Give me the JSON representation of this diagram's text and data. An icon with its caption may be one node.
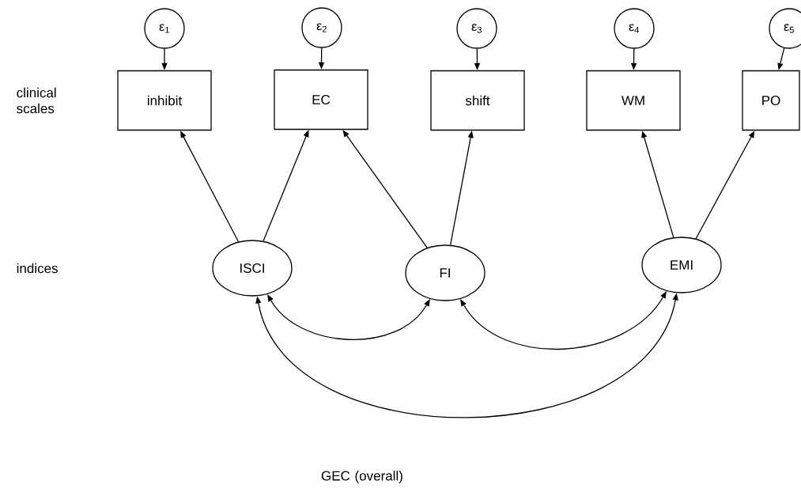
{
  "diagram": {
    "nodes": [
      {
        "text": [
          "ε$_{1}$"
        ]
      },
      {
        "text": [
          "ε$_{2}$"
        ]
      },
      {
        "text": [
          "ε$_{3}$"
        ]
      },
      {
        "text": [
          "ε$_{4}$"
        ]
      },
      {
        "text": [
          "ε$_{5}$"
        ]
      },
      {
        "text": [
          "inhibit"
        ]
      },
      {
        "text": [
          "EC"
        ]
      },
      {
        "text": [
          "shift"
        ]
      },
      {
        "text": [
          "WM"
        ]
      },
      {
        "text": [
          "PO"
        ]
      },
      {
        "text": [
          "ISCI"
        ]
      },
      {
        "text": [
          "FI"
        ]
      },
      {
        "text": [
          "EMI"
        ]
      }
    ],
    "edges": [
      {
        "from": 0,
        "to": 5,
        "arrow": "to"
      },
      {
        "from": 1,
        "to": 6,
        "arrow": "to"
      },
      {
        "from": 2,
        "to": 7,
        "arrow": "to"
      },
      {
        "from": 3,
        "to": 8,
        "arrow": "to"
      },
      {
        "from": 4,
        "to": 9,
        "arrow": "to"
      },
      {
        "from": 10,
        "to": 5,
        "arrow": "to"
      },
      {
        "from": 10,
        "to": 6,
        "arrow": "to"
      },
      {
        "from": 11,
        "to": 6,
        "arrow": "to"
      },
      {
        "from": 11,
        "to": 7,
        "arrow": "to"
      },
      {
        "from": 12,
        "to": 8,
        "arrow": "to"
      },
      {
        "from": 12,
        "to": 9,
        "arrow": "to"
      },
      {
        "from": 10,
        "to": 11,
        "arrow": "both"
      },
      {
        "from": 11,
        "to": 12,
        "arrow": "both"
      },
      {
        "from": 10,
        "to": 12,
        "arrow": "both"
      }
    ],
    "labels": [
      "clinical scales",
      "indices",
      "GEC (overall)"
    ]
  }
}
